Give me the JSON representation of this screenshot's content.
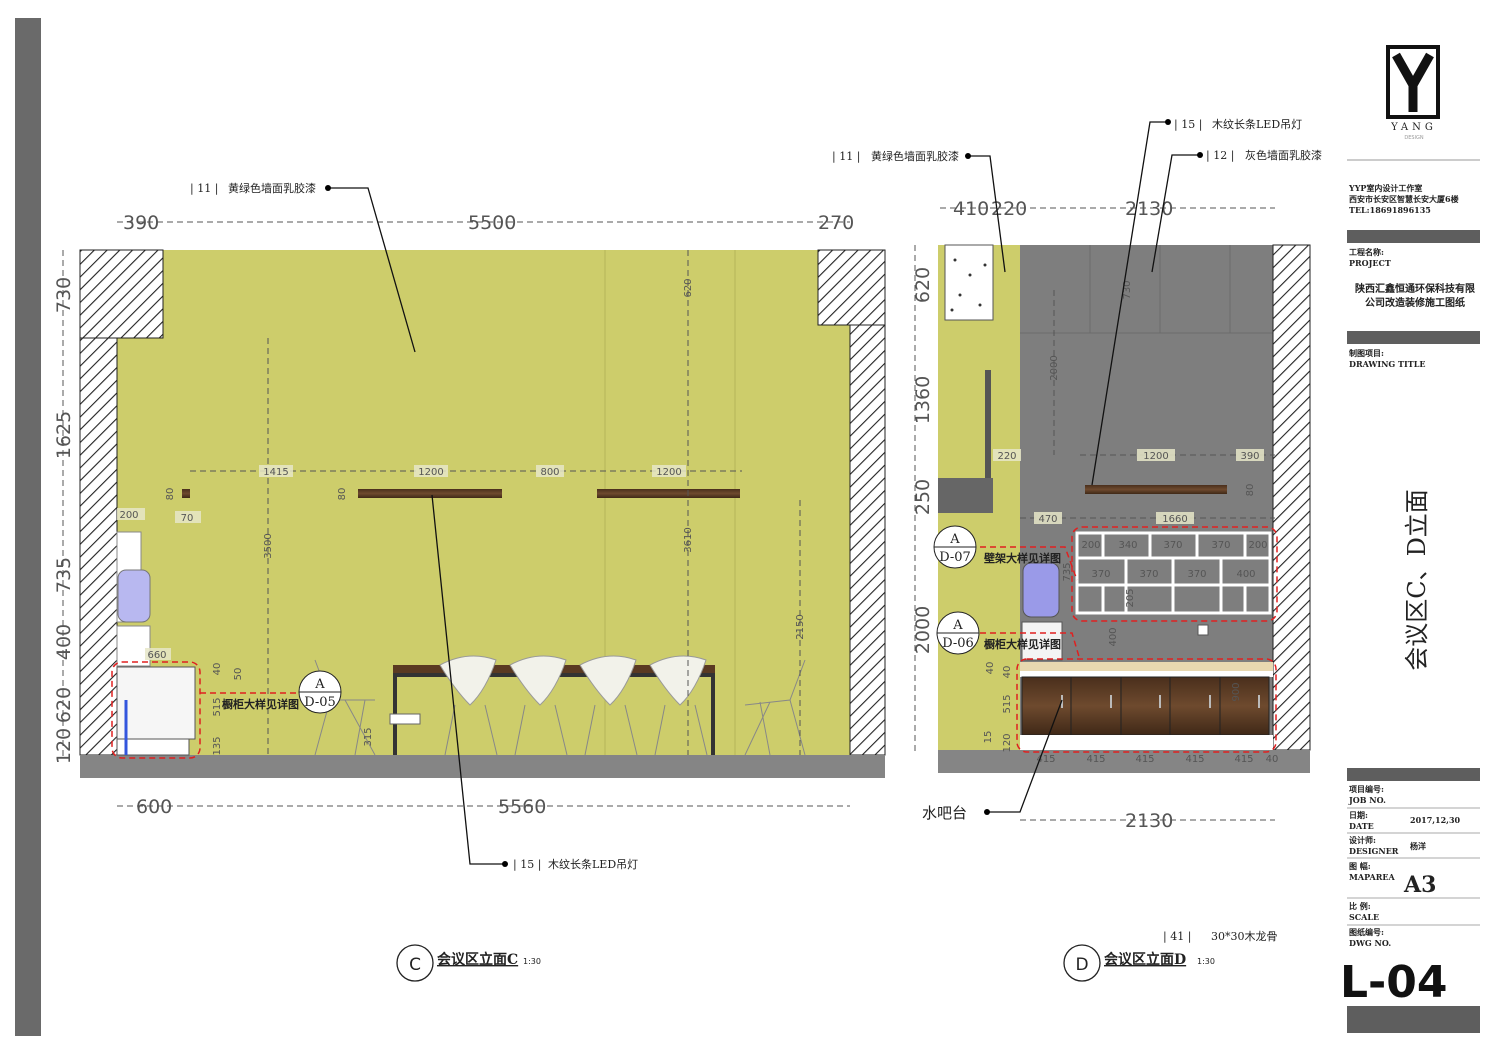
{
  "colors": {
    "wall_green": "#cdcd6b",
    "wall_gray": "#7e7e7e",
    "floor": "#858585",
    "wood": "#6b4a2e",
    "redline": "#e02020",
    "titlebar": "#5e5e5e"
  },
  "elevation_c": {
    "top_dims": [
      "390",
      "5500",
      "270"
    ],
    "left_dims": [
      "730",
      "1625",
      "735",
      "400",
      "620",
      "120"
    ],
    "bottom_dims": [
      "600",
      "5560"
    ],
    "tags": [
      "1415",
      "1200",
      "800",
      "1200",
      "80",
      "80",
      "70",
      "200",
      "3500",
      "620",
      "3610",
      "2150",
      "660",
      "40",
      "50",
      "515",
      "135",
      "315"
    ],
    "callouts": [
      {
        "num": "| 11 |",
        "text": "黄绿色墙面乳胶漆"
      },
      {
        "num": "| 15 |",
        "text": "木纹长条LED吊灯"
      }
    ],
    "detail_ref": {
      "top": "A",
      "bottom": "D-05",
      "label": "橱柜大样见详图"
    },
    "title": {
      "letter": "C",
      "name": "会议区立面C",
      "scale": "1:30"
    }
  },
  "elevation_d": {
    "top_dims": [
      "410",
      "220",
      "2130"
    ],
    "left_dims": [
      "620",
      "1360",
      "250",
      "2000"
    ],
    "bottom_dims": [
      "2130"
    ],
    "tags": [
      "730",
      "2000",
      "220",
      "1200",
      "390",
      "80",
      "470",
      "1660",
      "200",
      "340",
      "370",
      "370",
      "200",
      "370",
      "370",
      "370",
      "400",
      "735",
      "205",
      "400",
      "40",
      "40",
      "515",
      "15",
      "120",
      "900",
      "415",
      "415",
      "415",
      "415",
      "415",
      "40"
    ],
    "callouts": [
      {
        "num": "| 11 |",
        "text": "黄绿色墙面乳胶漆"
      },
      {
        "num": "| 15 |",
        "text": "木纹长条LED吊灯"
      },
      {
        "num": "| 12 |",
        "text": "灰色墙面乳胶漆"
      },
      {
        "num": "",
        "text": "水吧台"
      },
      {
        "num": "| 41 |",
        "text": "30*30木龙骨"
      }
    ],
    "detail_refs": [
      {
        "top": "A",
        "bottom": "D-07",
        "label": "壁架大样见详图"
      },
      {
        "top": "A",
        "bottom": "D-06",
        "label": "橱柜大样见详图"
      }
    ],
    "title": {
      "letter": "D",
      "name": "会议区立面D",
      "scale": "1:30"
    }
  },
  "title_block": {
    "logo_text": "YANG",
    "logo_sub": "DESIGN",
    "studio": "YYP室内设计工作室",
    "address": "西安市长安区智慧长安大厦6楼",
    "tel": "TEL:18691896135",
    "project_label_cn": "工程名称:",
    "project_label_en": "PROJECT",
    "project_name_1": "陕西汇鑫恒通环保科技有限",
    "project_name_2": "公司改造装修施工图纸",
    "drawing_title_cn": "制图项目:",
    "drawing_title_en": "DRAWING TITLE",
    "drawing_title": "会议区C、D立面",
    "job_no_cn": "项目编号:",
    "job_no_en": "JOB NO.",
    "date_cn": "日期:",
    "date_en": "DATE",
    "date": "2017,12,30",
    "designer_cn": "设计师:",
    "designer_en": "DESIGNER",
    "designer": "杨洋",
    "maparea_cn": "图  幅:",
    "maparea_en": "MAPAREA",
    "maparea": "A3",
    "scale_cn": "比  例:",
    "scale_en": "SCALE",
    "dwg_cn": "图纸编号:",
    "dwg_en": "DWG NO.",
    "dwg_no": "L-04"
  }
}
